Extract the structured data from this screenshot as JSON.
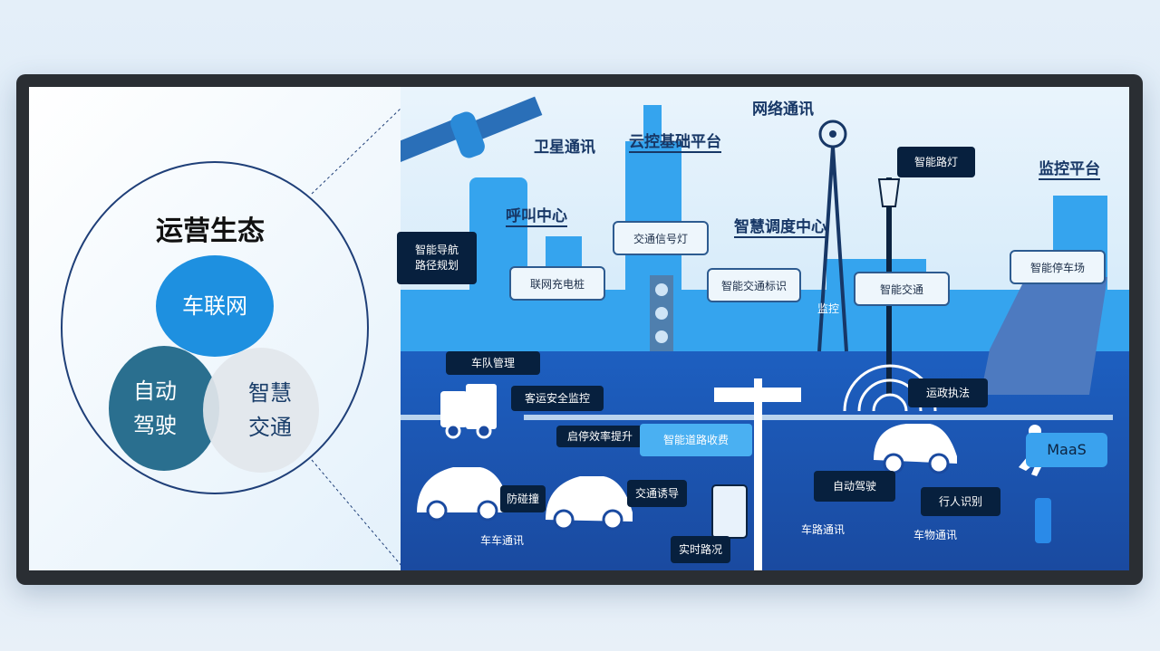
{
  "ecosystem": {
    "title": "运营生态",
    "center": "车联网",
    "left": "自动\n驾驶",
    "right": "智慧\n交通"
  },
  "headings": {
    "satellite": "卫星通讯",
    "cloud": "云控基础平台",
    "network": "网络通讯",
    "call_center": "呼叫中心",
    "dispatch": "智慧调度中心",
    "monitor_platform": "监控平台",
    "monitor": "监控"
  },
  "white_boxes": {
    "signal": "交通信号灯",
    "charging": "联网充电桩",
    "signs": "智能交通标识",
    "smart_traffic": "智能交通",
    "parking": "智能停车场"
  },
  "dark_boxes": {
    "navigation": "智能导航\n路径规划",
    "street_light": "智能路灯",
    "fleet": "车队管理",
    "passenger": "客运安全监控",
    "start_stop": "启停效率提升",
    "enforcement": "运政执法",
    "anti_collision": "防碰撞",
    "guidance": "交通诱导",
    "realtime": "实时路况",
    "autopilot": "自动驾驶",
    "pedestrian": "行人识别"
  },
  "toll": "智能道路收费",
  "maas": "MaaS",
  "plain_labels": {
    "v2v": "车车通讯",
    "v2i": "车路通讯",
    "v2x": "车物通讯"
  },
  "colors": {
    "sky": "#e9f4fc",
    "building": "#35a4ee",
    "ground": "#1a4aa0",
    "dark_label": "#07203e",
    "network_circle": "#1e90e0",
    "autopilot_circle": "#2a6f8f",
    "traffic_circle": "#e0e4ea"
  }
}
